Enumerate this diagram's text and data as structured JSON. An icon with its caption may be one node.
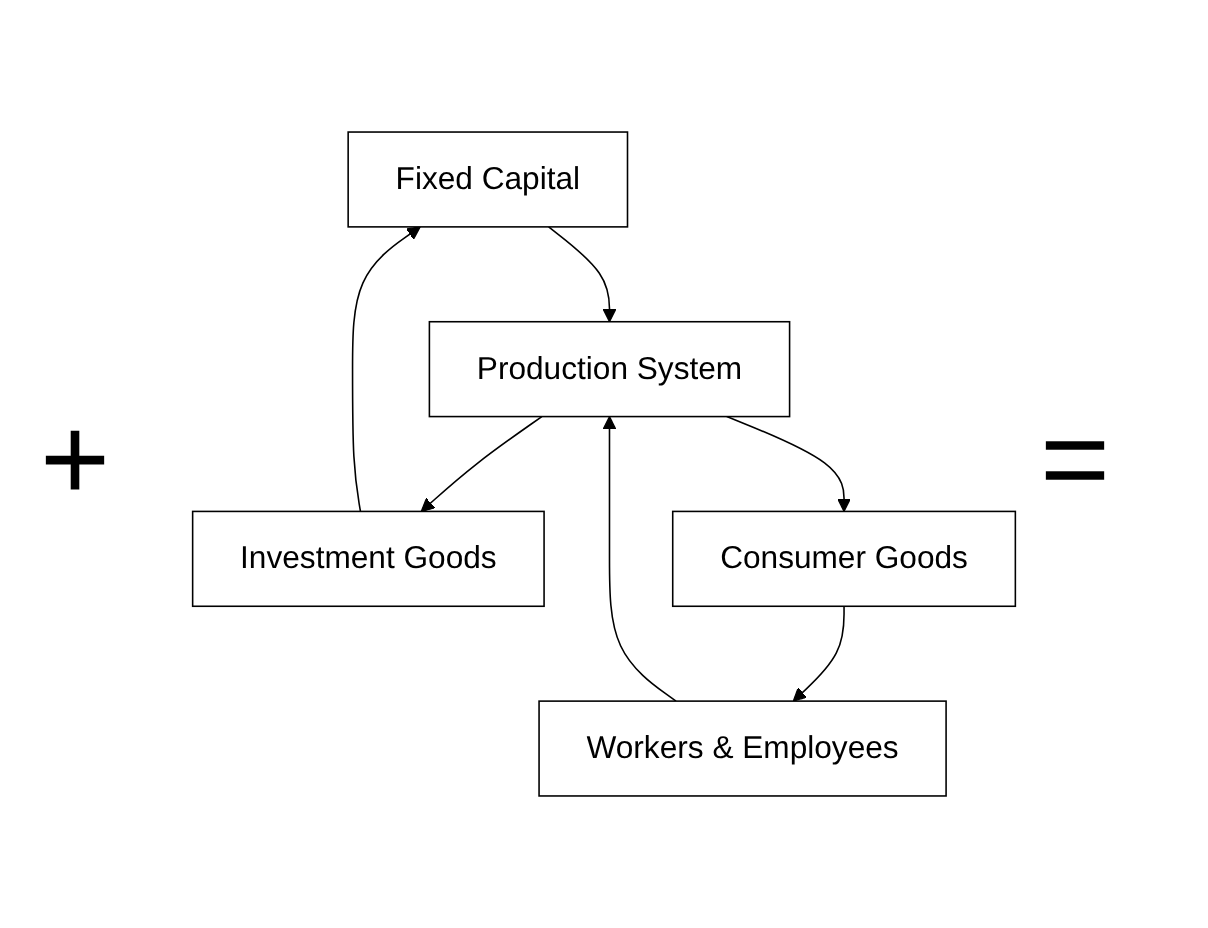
{
  "diagram": {
    "nodes": [
      {
        "text": [
          "Fixed Capital"
        ]
      },
      {
        "text": [
          "Workers & Employees"
        ]
      },
      {
        "text": [
          "Production System"
        ]
      },
      {
        "text": [
          "Investment Goods"
        ]
      },
      {
        "text": [
          "Consumer Goods"
        ]
      }
    ],
    "edges": [
      {
        "from": 0,
        "to": 2,
        "arrow": "to"
      },
      {
        "from": 1,
        "to": 2,
        "arrow": "to"
      },
      {
        "from": 2,
        "to": 3,
        "arrow": "to"
      },
      {
        "from": 2,
        "to": 4,
        "arrow": "to"
      },
      {
        "from": 3,
        "to": 0,
        "arrow": "to"
      },
      {
        "from": 4,
        "to": 1,
        "arrow": "to"
      }
    ],
    "labels": [
      "+",
      "="
    ]
  }
}
